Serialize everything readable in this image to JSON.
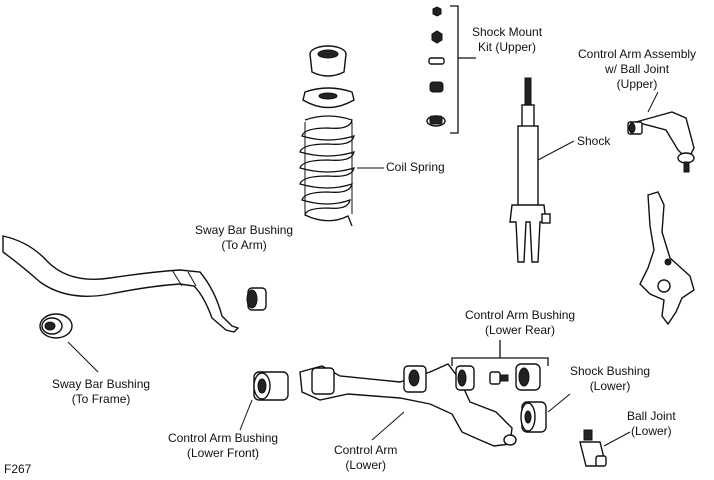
{
  "labels": {
    "shock_mount_kit": [
      "Shock Mount",
      "Kit (Upper)"
    ],
    "control_arm_assembly": [
      "Control Arm Assembly",
      "w/ Ball Joint",
      "(Upper)"
    ],
    "shock": "Shock",
    "coil_spring": "Coil Spring",
    "sway_bar_bushing_arm": [
      "Sway Bar Bushing",
      "(To Arm)"
    ],
    "sway_bar_bushing_frame": [
      "Sway Bar Bushing",
      "(To Frame)"
    ],
    "control_arm_bushing_rear": [
      "Control Arm Bushing",
      "(Lower Rear)"
    ],
    "shock_bushing": [
      "Shock Bushing",
      "(Lower)"
    ],
    "ball_joint": [
      "Ball Joint",
      "(Lower)"
    ],
    "control_arm_bushing_front": [
      "Control Arm Bushing",
      "(Lower Front)"
    ],
    "control_arm_lower": [
      "Control Arm",
      "(Lower)"
    ],
    "figure_code": "F267"
  }
}
